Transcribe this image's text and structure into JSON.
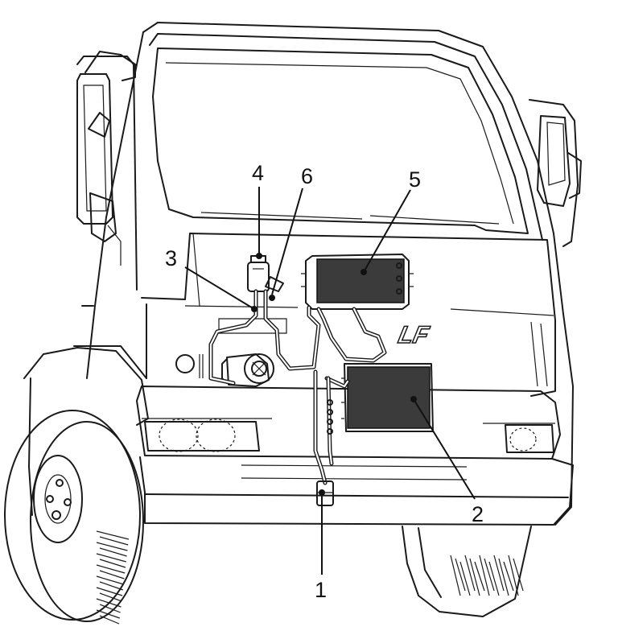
{
  "callouts": [
    {
      "id": "1",
      "label": "1"
    },
    {
      "id": "2",
      "label": "2"
    },
    {
      "id": "3",
      "label": "3"
    },
    {
      "id": "4",
      "label": "4"
    },
    {
      "id": "5",
      "label": "5"
    },
    {
      "id": "6",
      "label": "6"
    }
  ],
  "truck": {
    "model_badge": "LF"
  },
  "colors": {
    "line": "#1a1a1a",
    "component_fill": "#3b3b3b",
    "background": "#ffffff"
  }
}
